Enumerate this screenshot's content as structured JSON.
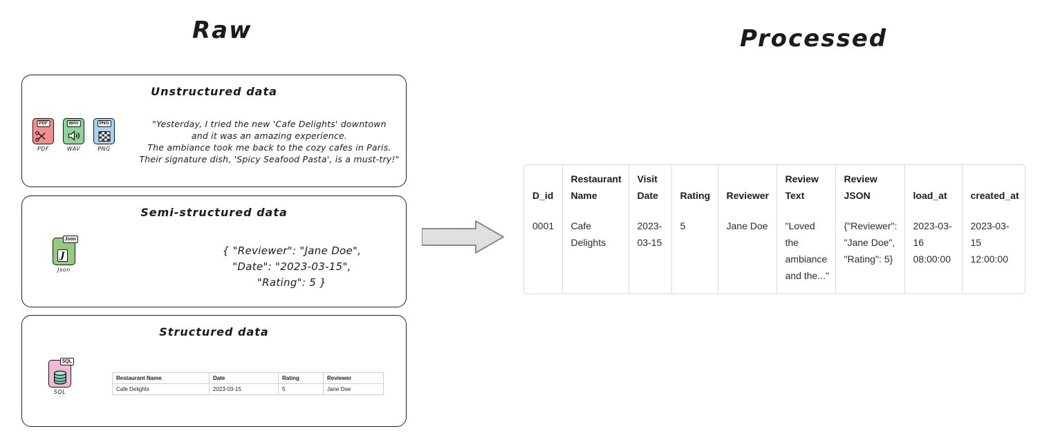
{
  "titles": {
    "raw": "Raw",
    "processed": "Processed"
  },
  "raw": {
    "unstructured": {
      "title": "Unstructured data",
      "icons": [
        {
          "type": "pdf",
          "badge": "PDF",
          "label": "PDF"
        },
        {
          "type": "wav",
          "badge": "WAV",
          "label": "WAV"
        },
        {
          "type": "png",
          "badge": "PNG",
          "label": "PNG"
        }
      ],
      "quote_lines": [
        "\"Yesterday, I tried the new 'Cafe Delights' downtown",
        "and it was an amazing experience.",
        "The ambiance took me back to the cozy cafes in Paris.",
        "Their signature dish, 'Spicy Seafood Pasta', is a must-try!\""
      ]
    },
    "semi_structured": {
      "title": "Semi-structured data",
      "icon": {
        "badge": "Json",
        "letter": "J",
        "label": "Json"
      },
      "json_lines": [
        "{  \"Reviewer\": \"Jane Doe\",",
        "\"Date\": \"2023-03-15\",",
        "\"Rating\": 5   }"
      ]
    },
    "structured": {
      "title": "Structured data",
      "icon": {
        "badge": "SQL",
        "label": "SQL"
      },
      "table": {
        "headers": [
          "Restaurant Name",
          "Date",
          "Rating",
          "Reviewer"
        ],
        "rows": [
          [
            "Cafe Delights",
            "2023-03-15",
            "5",
            "Jane Doe"
          ]
        ]
      }
    }
  },
  "processed_table": {
    "headers": [
      "D_id",
      "Restaurant Name",
      "Visit Date",
      "Rating",
      "Reviewer",
      "Review Text",
      "Review JSON",
      "load_at",
      "created_at"
    ],
    "rows": [
      [
        "0001",
        "Cafe Delights",
        "2023-03-15",
        "5",
        "Jane Doe",
        "\"Loved the ambiance and the...\"",
        "{\"Reviewer\": \"Jane Doe\", \"Rating\": 5}",
        "2023-03-16 08:00:00",
        "2023-03-15 12:00:00"
      ]
    ]
  },
  "colors": {
    "pdf_icon": "#f58e8e",
    "wav_icon": "#8fd19b",
    "png_icon": "#a9d3ef",
    "json_icon": "#97c97e",
    "sql_icon": "#f2b9d5",
    "arrow_fill": "#e6e6e6",
    "box_border": "#1f1f1f",
    "table_border": "#d9d9d9"
  }
}
